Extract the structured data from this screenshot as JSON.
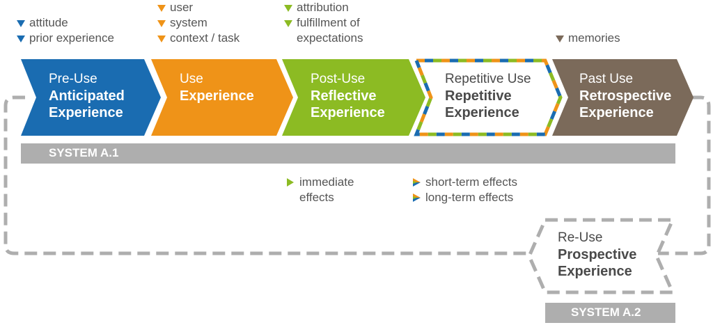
{
  "colors": {
    "blue": "#1a6cb1",
    "orange": "#ef9318",
    "green": "#8cbb23",
    "brown": "#7b6a5a",
    "gray": "#aeaeae"
  },
  "notes": {
    "pre_use": [
      {
        "text": "attitude",
        "icon": "blue-triangle-icon"
      },
      {
        "text": "prior experience",
        "icon": "blue-triangle-icon"
      }
    ],
    "use": [
      {
        "text": "user",
        "icon": "orange-triangle-icon"
      },
      {
        "text": "system",
        "icon": "orange-triangle-icon"
      },
      {
        "text": "context / task",
        "icon": "orange-triangle-icon"
      }
    ],
    "post_use": [
      {
        "text": "attribution",
        "icon": "green-triangle-icon"
      },
      {
        "text": "fulfillment of",
        "icon": "green-triangle-icon"
      },
      {
        "text": "expectations",
        "icon": ""
      }
    ],
    "past_use": [
      {
        "text": "memories",
        "icon": "brown-triangle-icon"
      }
    ]
  },
  "stages": [
    {
      "title": "Pre-Use",
      "line1": "Anticipated",
      "line2": "Experience"
    },
    {
      "title": "Use",
      "line1": "Experience",
      "line2": ""
    },
    {
      "title": "Post-Use",
      "line1": "Reflective",
      "line2": "Experience"
    },
    {
      "title": "Repetitive Use",
      "line1": "Repetitive",
      "line2": "Experience"
    },
    {
      "title": "Past Use",
      "line1": "Retrospective",
      "line2": "Experience"
    }
  ],
  "reuse": {
    "title": "Re-Use",
    "line1": "Prospective",
    "line2": "Experience"
  },
  "systems": {
    "a1": "SYSTEM A.1",
    "a2": "SYSTEM A.2"
  },
  "effects": {
    "immediate_line1": "immediate",
    "immediate_line2": "effects",
    "short_term": "short-term effects",
    "long_term": "long-term effects"
  }
}
